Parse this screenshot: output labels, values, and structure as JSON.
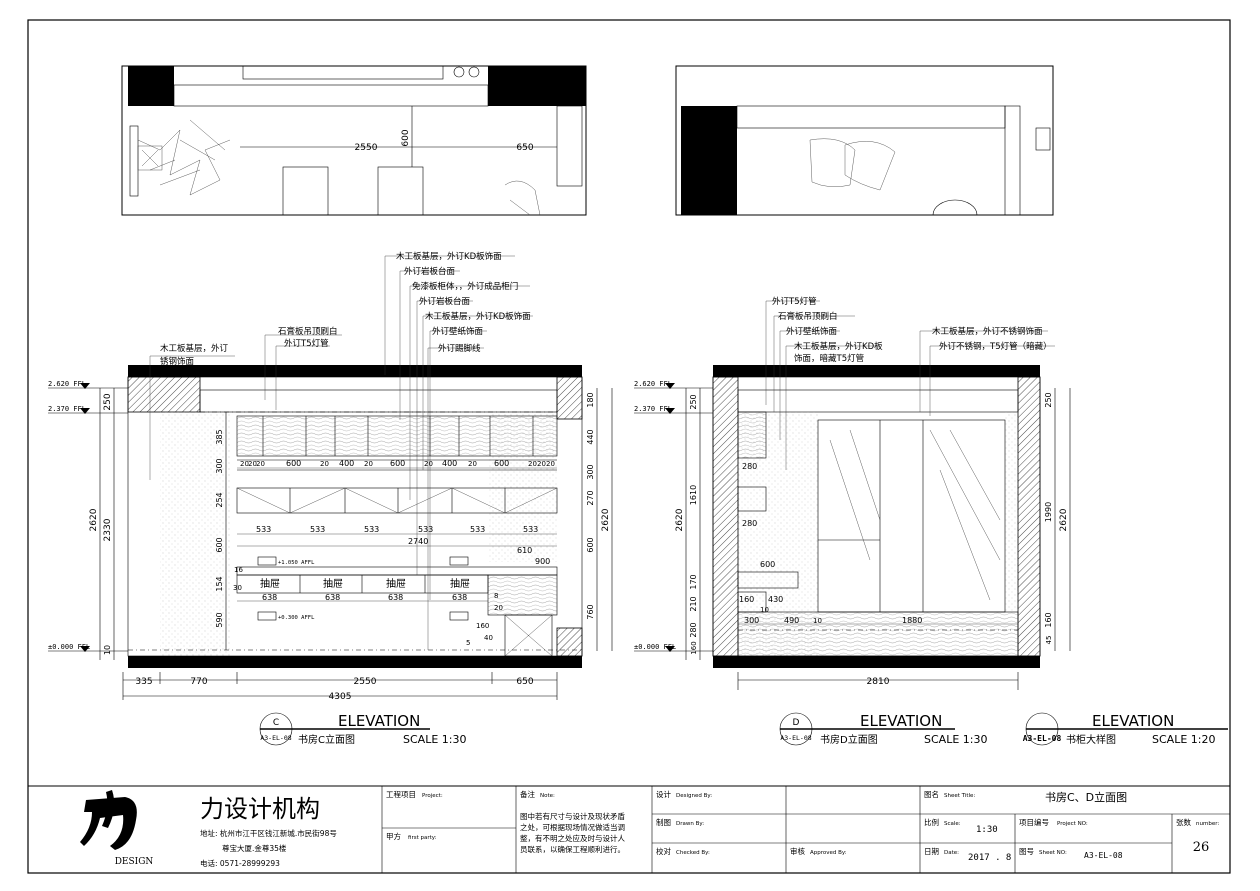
{
  "plans": {},
  "elevation_c": {
    "notes": [
      "木工板基层，外订KD板饰面",
      "外订岩板台面",
      "免漆板柜体，，外订成品柜门",
      "外订岩板台面",
      "木工板基层，外订KD板饰面",
      "外订壁纸饰面",
      "外订踢脚线",
      "石膏板吊顶刷白",
      "外订T5灯管",
      "木工板基层，外订",
      "锈钢饰面"
    ],
    "levels": [
      "2.620 FFL",
      "2.370 FFL",
      "±0.000 FFL"
    ],
    "left_dims": [
      "250",
      "2330",
      "2620",
      "10"
    ],
    "inner_left_dims": [
      "385",
      "300",
      "254",
      "600",
      "154",
      "590"
    ],
    "right_dims": [
      "180",
      "440",
      "300",
      "270",
      "600",
      "760",
      "2620"
    ],
    "upper_widths": [
      "20",
      "20",
      "20",
      "600",
      "20",
      "400",
      "20",
      "600",
      "20",
      "400",
      "20",
      "600",
      "20",
      "20",
      "20"
    ],
    "mid_widths": [
      "533",
      "533",
      "533",
      "533",
      "533",
      "533"
    ],
    "total_inner": "2740",
    "desk_dims": [
      "610",
      "900"
    ],
    "drawer_label": "抽屉",
    "drawer_widths": [
      "638",
      "638",
      "638",
      "638"
    ],
    "heights_small": [
      "+1.050 AFFL",
      "+0.300 AFFL"
    ],
    "bottom_dims": [
      "335",
      "770",
      "2550",
      "650"
    ],
    "bottom_total": "4305",
    "extra_small": [
      "16",
      "30",
      "5",
      "8",
      "20",
      "160",
      "40"
    ],
    "title": {
      "code": "C",
      "sheet": "A3-EL-08",
      "word": "ELEVATION",
      "name": "书房C立面图",
      "scale": "SCALE  1:30"
    }
  },
  "elevation_d": {
    "notes_left": [
      "外订T5灯管",
      "石膏板吊顶刷白",
      "外订壁纸饰面",
      "木工板基层，外订KD板",
      "饰面，暗藏T5灯管"
    ],
    "notes_right": [
      "木工板基层，外订不锈钢饰面",
      "外订不锈钢，T5灯管（暗藏）"
    ],
    "levels": [
      "2.620 FFL",
      "2.370 FFL",
      "±0.000 FFL"
    ],
    "left_dims": [
      "250",
      "1610",
      "2620",
      "170",
      "210",
      "280",
      "160"
    ],
    "right_dims": [
      "250",
      "1990",
      "2620",
      "160",
      "45"
    ],
    "inner_dims": [
      "280",
      "280",
      "600",
      "160",
      "430",
      "10",
      "300",
      "490",
      "10",
      "1880"
    ],
    "bottom_total": "2810",
    "title": {
      "code": "D",
      "sheet": "A3-EL-08",
      "word": "ELEVATION",
      "name": "书房D立面图",
      "scale": "SCALE  1:30"
    }
  },
  "detail_title": {
    "sheet": "A3-EL-08",
    "word": "ELEVATION",
    "name": "书柜大样图",
    "scale": "SCALE  1:20"
  },
  "plan_c_dims": [
    "2550",
    "600",
    "650"
  ],
  "title_block": {
    "logo_text": "DESIGN",
    "company": "力设计机构",
    "address_1": "地址: 杭州市江干区钱江新城.市民街98号",
    "address_2": "尊宝大厦.金尊35楼",
    "phone": "电话: 0571-28999293",
    "project_label": "工程项目",
    "project_en": "Project:",
    "party_label": "甲方",
    "party_en": "first party:",
    "note_label": "备注",
    "note_en": "Note:",
    "note_text": [
      "图中若有尺寸与设计及现状矛盾",
      "之处，可根据现场情况做适当调",
      "整，有不明之处应及时与设计人",
      "员联系，以确保工程顺利进行。"
    ],
    "design_label": "设计",
    "design_en": "Designed By:",
    "drawn_label": "制图",
    "drawn_en": "Drawn By:",
    "checked_label": "校对",
    "checked_en": "Checked By:",
    "approved_label": "审核",
    "approved_en": "Approved By:",
    "sheet_title_label": "图名",
    "sheet_title_en": "Sheet Title:",
    "sheet_title": "书房C、D立面图",
    "scale_label": "比例",
    "scale_en": "Scale:",
    "scale_value": "1:30",
    "project_no_label": "项目编号",
    "project_no_en": "Project NO:",
    "sheets_label": "张数",
    "sheets_en": "number:",
    "sheets_value": "26",
    "date_label": "日期",
    "date_en": "Date:",
    "date_value": "2017 . 8",
    "sheet_no_label": "图号",
    "sheet_no_en": "Sheet NO:",
    "sheet_no_value": "A3-EL-08"
  }
}
